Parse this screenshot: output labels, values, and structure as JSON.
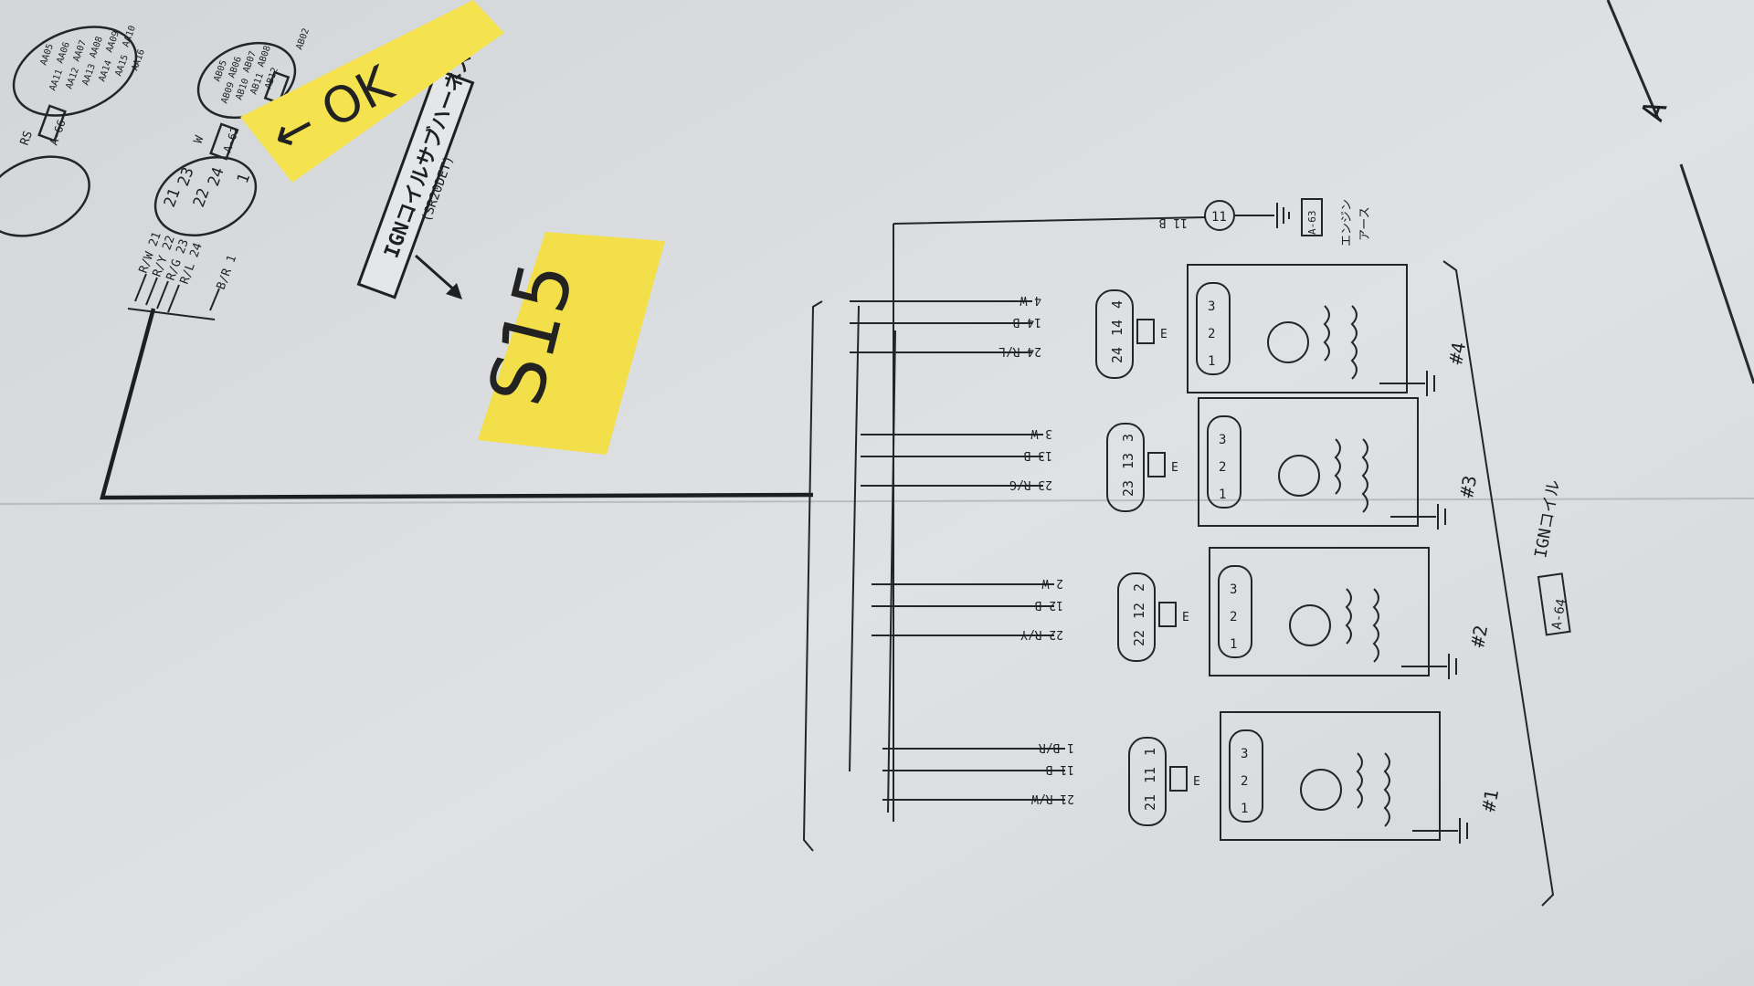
{
  "sheet": {
    "heading": "IGNコイルサブハーネス",
    "engine": "(SR20DET)",
    "section_letter": "A",
    "ground_tag": "A-63",
    "ground_label_1": "エンジン",
    "ground_label_2": "アース",
    "coil_tag": "A-64",
    "coil_label": "IGNコイル",
    "ground_wire": "11 B",
    "ground_node": "11"
  },
  "notes": {
    "ok_note": "← OK",
    "model_note": "S15"
  },
  "left_connector": {
    "terminals": [
      "21",
      "23",
      "22",
      "24",
      "1"
    ],
    "wires": [
      "R/W 21",
      "R/Y 22",
      "R/G 23",
      "R/L 24",
      "B/R 1"
    ],
    "tags": [
      "RS",
      "A-66",
      "W",
      "A-62"
    ]
  },
  "top_connectors": {
    "left_cells": [
      "AA05",
      "AA06",
      "AA07",
      "AA08",
      "AA09",
      "AA10",
      "AA11",
      "AA12",
      "AA13",
      "AA14",
      "AA15",
      "AA16"
    ],
    "right_cells": [
      "AB05",
      "AB06",
      "AB07",
      "AB08",
      "AB09",
      "AB10",
      "AB11",
      "AB12"
    ],
    "ab02": "AB02"
  },
  "coils": [
    {
      "label": "#4",
      "wires": [
        "4 W",
        "14 B",
        "24 R/L"
      ],
      "pins": [
        "4",
        "14",
        "24"
      ],
      "coil_pins": [
        "1",
        "2",
        "3"
      ]
    },
    {
      "label": "#3",
      "wires": [
        "3 W",
        "13 B",
        "23 R/G"
      ],
      "pins": [
        "3",
        "13",
        "23"
      ],
      "coil_pins": [
        "1",
        "2",
        "3"
      ]
    },
    {
      "label": "#2",
      "wires": [
        "2 W",
        "12 B",
        "22 R/Y"
      ],
      "pins": [
        "2",
        "12",
        "22"
      ],
      "coil_pins": [
        "1",
        "2",
        "3"
      ]
    },
    {
      "label": "#1",
      "wires": [
        "1 B/R",
        "11 B",
        "21 R/W"
      ],
      "pins": [
        "1",
        "11",
        "21"
      ],
      "coil_pins": [
        "1",
        "2",
        "3"
      ]
    }
  ],
  "misc": {
    "e_mark": "E"
  }
}
